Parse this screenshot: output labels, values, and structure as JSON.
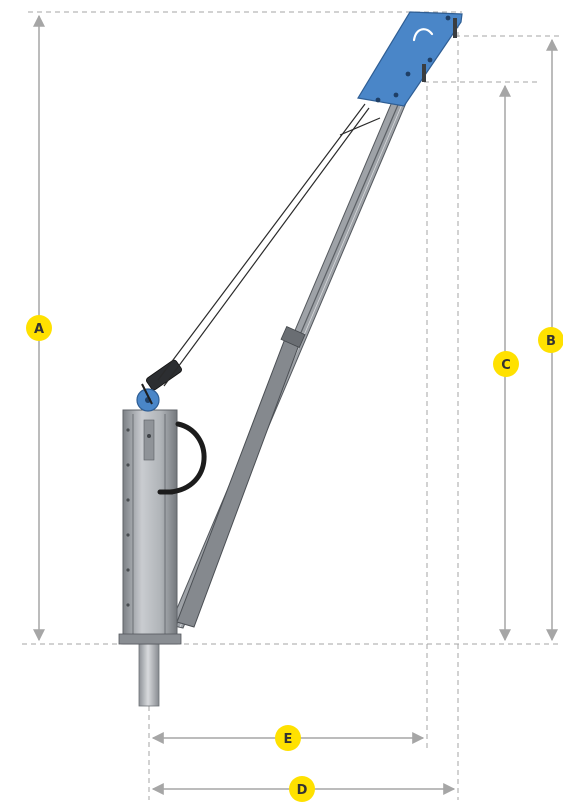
{
  "colors": {
    "dimension_line": "#a6a6a6",
    "dashed_guide": "#a6a6a6",
    "label_badge": "#ffe100",
    "label_text": "#333333",
    "arm_plate": "#4a86c8",
    "mast_body": "#a9adb1",
    "boom": "#8c9095"
  },
  "dimensions": {
    "a": {
      "label": "A"
    },
    "b": {
      "label": "B"
    },
    "c": {
      "label": "C"
    },
    "d": {
      "label": "D"
    },
    "e": {
      "label": "E"
    }
  }
}
